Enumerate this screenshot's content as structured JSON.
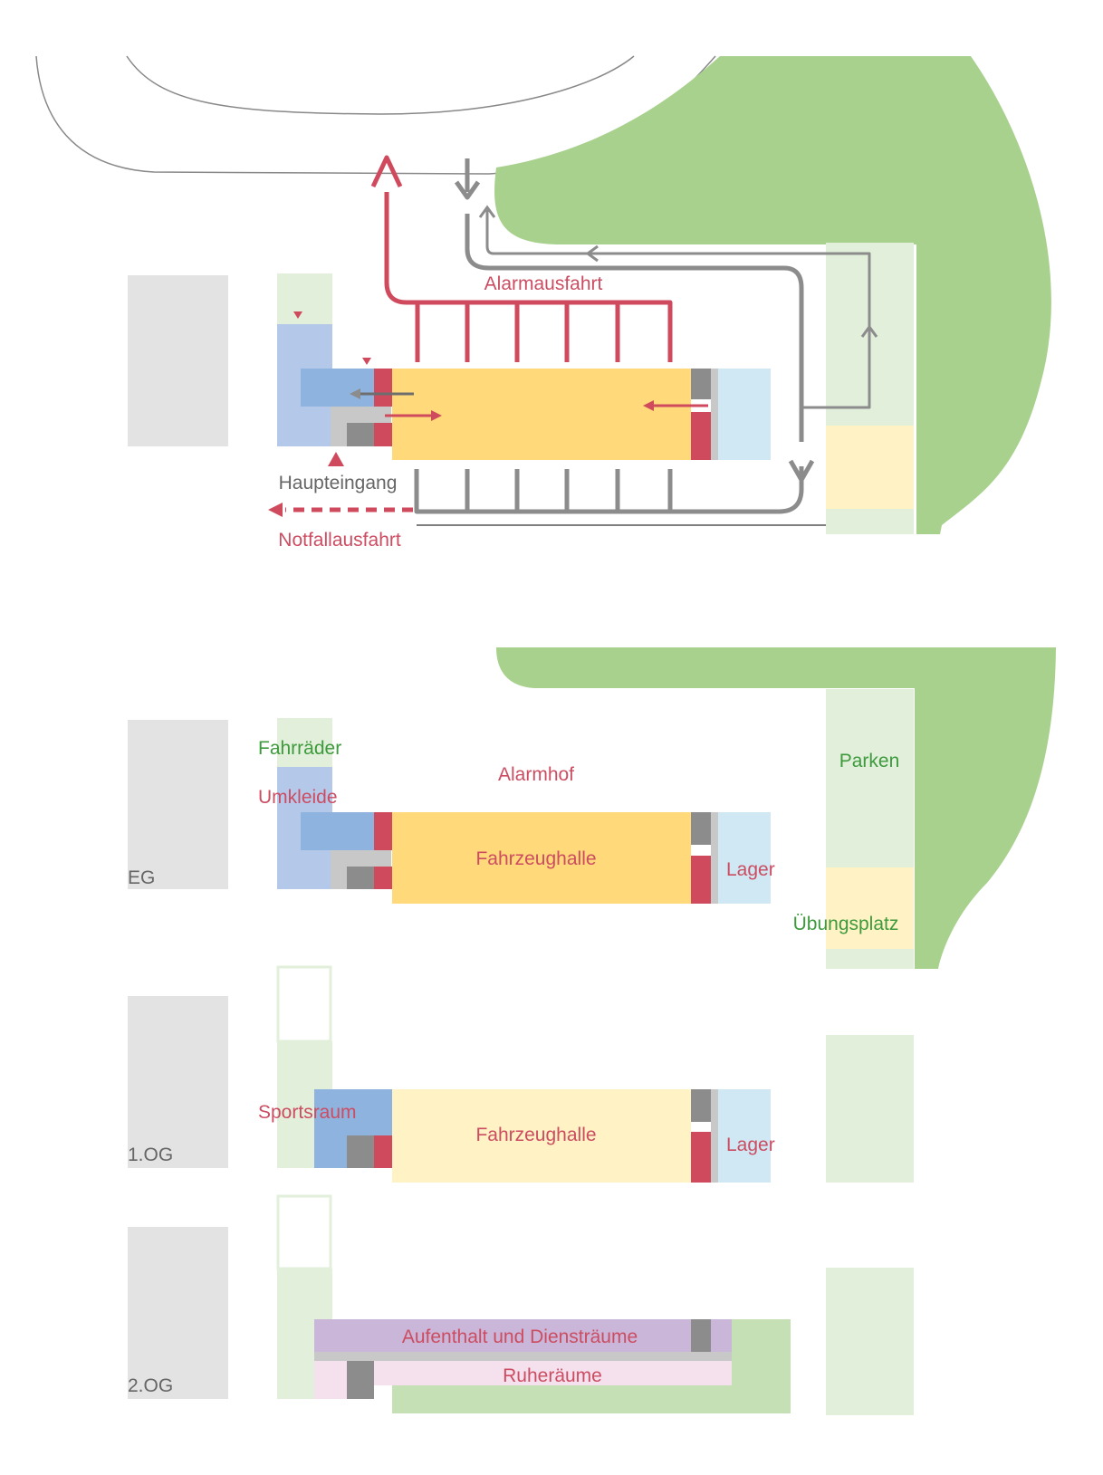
{
  "site_plan": {
    "labels": {
      "alarm_exit": "Alarmausfahrt",
      "main_entrance": "Haupteingang",
      "emergency_exit": "Notfallausfahrt"
    }
  },
  "floors": {
    "eg": {
      "level": "EG",
      "rooms": {
        "bikes": "Fahrräder",
        "changing": "Umkleide",
        "alarm_yard": "Alarmhof",
        "vehicle_hall": "Fahrzeughalle",
        "storage": "Lager",
        "parking": "Parken",
        "training_ground": "Übungsplatz"
      }
    },
    "og1": {
      "level": "1.OG",
      "rooms": {
        "sports": "Sportsraum",
        "vehicle_hall": "Fahrzeughalle",
        "storage": "Lager"
      }
    },
    "og2": {
      "level": "2.OG",
      "rooms": {
        "lounge_service": "Aufenthalt und Diensträume",
        "rest": "Ruheräume"
      }
    }
  },
  "colors": {
    "green": "#a9d18e",
    "light_green": "#e2efda",
    "mid_green": "#c5e0b4",
    "yellow": "#ffd97a",
    "light_yellow": "#fff2c4",
    "blue": "#8eb3de",
    "light_blue": "#b4c8ea",
    "pale_blue": "#cfe8f3",
    "red": "#d04a5e",
    "gray": "#8c8c8c",
    "light_gray": "#c8c8c8",
    "building_gray": "#e3e3e3",
    "purple": "#c9b6d8",
    "pink": "#f5e1ee",
    "label_red": "#cc4d62",
    "label_green": "#3d9a3d",
    "label_gray": "#666666"
  }
}
